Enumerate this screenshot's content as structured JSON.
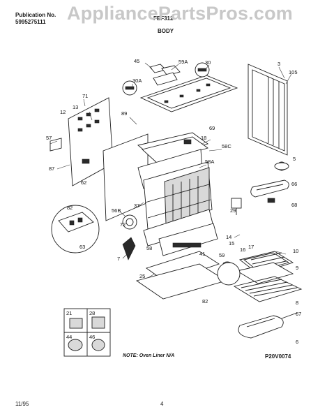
{
  "header": {
    "publication_label": "Publication No.",
    "publication_number": "5995275111",
    "model": "FEF312",
    "section_title": "BODY"
  },
  "watermark": "AppliancePartsPros.com",
  "footer": {
    "date": "11/95",
    "page": "4",
    "drawing_code": "P20V0074",
    "note": "NOTE: Oven Liner N/A"
  },
  "callouts": {
    "c45": "45",
    "c59a": "59A",
    "c30": "30",
    "c30a": "30A",
    "c3": "3",
    "c105": "105",
    "c71": "71",
    "c13": "13",
    "c12": "12",
    "c89": "89",
    "c69": "69",
    "c18": "18",
    "c58c": "58C",
    "c57": "57",
    "c87": "87",
    "c58a": "58A",
    "c5": "5",
    "c62": "62",
    "c66": "66",
    "c68": "68",
    "c29": "29",
    "c82": "82",
    "c56b": "56B",
    "c37": "37",
    "c72": "72",
    "c63": "63",
    "c14": "14",
    "c15": "15",
    "c16": "16",
    "c17": "17",
    "c58": "58",
    "c41": "41",
    "c10": "10",
    "c7": "7",
    "c59": "59",
    "c9": "9",
    "c25": "25",
    "c8": "8",
    "c82b": "82",
    "c67": "67",
    "c6": "6",
    "c21": "21",
    "c28": "28",
    "c44": "44",
    "c46": "46"
  }
}
